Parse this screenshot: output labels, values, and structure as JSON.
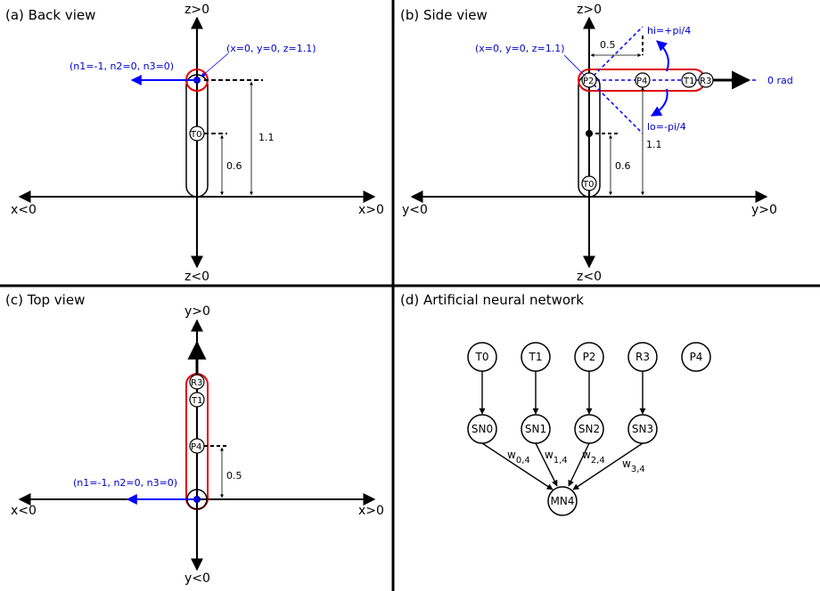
{
  "panels": {
    "a": {
      "title": "(a) Back view",
      "axes": {
        "top": "z>0",
        "bottom": "z<0",
        "left": "x<0",
        "right": "x>0"
      },
      "annot_point": "(x=0, y=0, z=1.1)",
      "annot_normal": "(n1=-1, n2=0, n3=0)",
      "node_T0": "T0",
      "dim_06": "0.6",
      "dim_11": "1.1"
    },
    "b": {
      "title": "(b) Side view",
      "axes": {
        "top": "z>0",
        "bottom": "z<0",
        "left": "y<0",
        "right": "y>0"
      },
      "annot_point": "(x=0, y=0, z=1.1)",
      "hi": "hi=+pi/4",
      "lo": "lo=-pi/4",
      "zero": "0 rad",
      "dim_05": "0.5",
      "dim_06": "0.6",
      "dim_11": "1.1",
      "node_P2": "P2",
      "node_P4": "P4",
      "node_T1": "T1",
      "node_R3": "R3",
      "node_T0": "T0"
    },
    "c": {
      "title": "(c) Top view",
      "axes": {
        "top": "y>0",
        "bottom": "y<0",
        "left": "x<0",
        "right": "x>0"
      },
      "annot_normal": "(n1=-1, n2=0, n3=0)",
      "dim_05": "0.5",
      "node_R3": "R3",
      "node_T1": "T1",
      "node_P4": "P4"
    },
    "d": {
      "title": "(d) Artificial neural network",
      "sensors": [
        "T0",
        "T1",
        "P2",
        "R3",
        "P4"
      ],
      "sensor_neurons": [
        "SN0",
        "SN1",
        "SN2",
        "SN3"
      ],
      "motor_neuron": "MN4",
      "weights": [
        {
          "w": "w",
          "sub": "0,4"
        },
        {
          "w": "w",
          "sub": "1,4"
        },
        {
          "w": "w",
          "sub": "2,4"
        },
        {
          "w": "w",
          "sub": "3,4"
        }
      ]
    }
  }
}
